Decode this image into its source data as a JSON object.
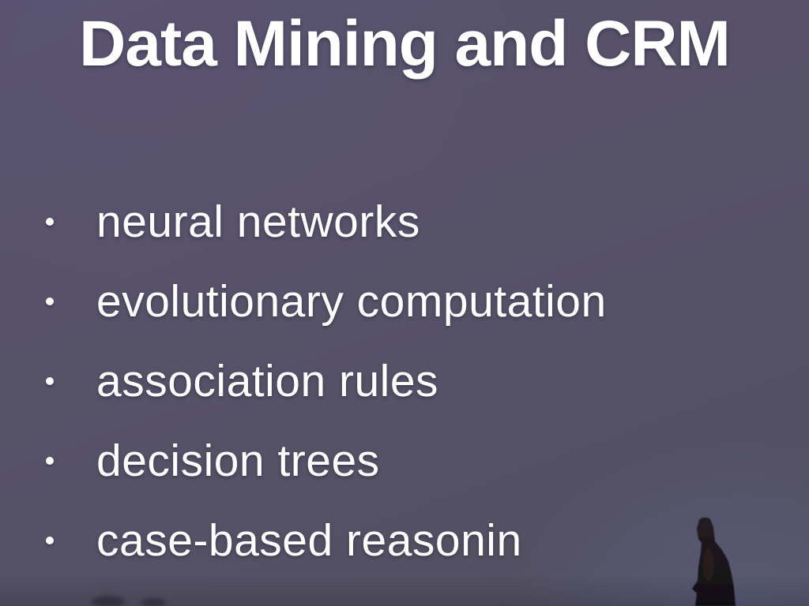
{
  "slide": {
    "title": "Data Mining and CRM",
    "bullets": [
      "neural networks",
      "evolutionary computation",
      "association rules",
      "decision trees",
      "case-based reasonin"
    ],
    "colors": {
      "background_purple": "#565169",
      "background_blue_corner": "#5a6184",
      "text": "#ffffff",
      "statue_silhouette": "#16121a"
    },
    "icons": {
      "bullet_dot": "white filled circle",
      "statue": "dark silhouette of a bowed standing statue, bottom right"
    }
  }
}
